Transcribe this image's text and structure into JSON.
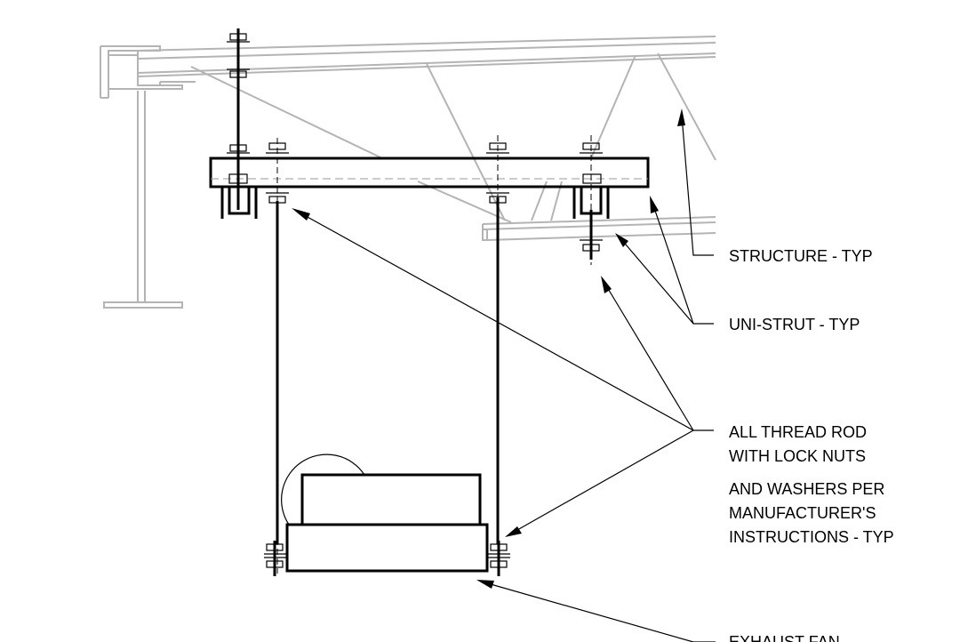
{
  "callouts": {
    "structure": "STRUCTURE - TYP",
    "unistrut": "UNI-STRUT - TYP",
    "thread_rod": [
      "ALL THREAD ROD",
      "WITH LOCK NUTS",
      "AND WASHERS PER",
      "MANUFACTURER'S",
      "INSTRUCTIONS - TYP"
    ],
    "exhaust_fan": "EXHAUST FAN"
  },
  "colors": {
    "structure_line": "#b4b4b4",
    "linework": "#000000",
    "background": "#ffffff"
  }
}
